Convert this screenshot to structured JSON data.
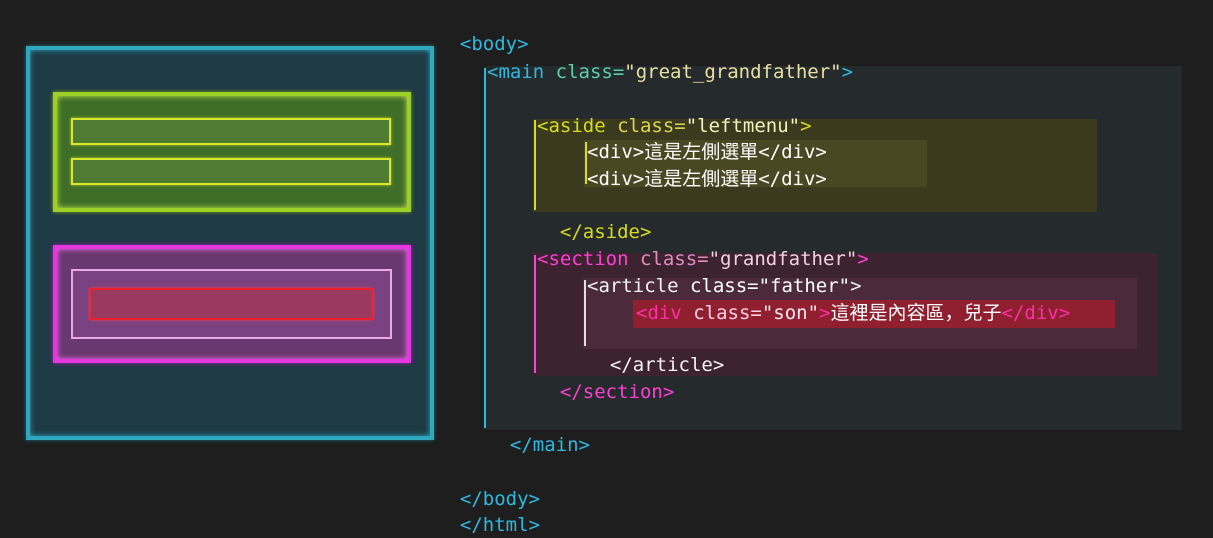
{
  "code": {
    "body_open": "<body>",
    "main_open": {
      "tag": "<main ",
      "attr": "class=",
      "value": "\"great_grandfather\"",
      "close": ">"
    },
    "aside_open": {
      "tag": "<aside ",
      "attr": "class=",
      "value": "\"leftmenu\"",
      "close": ">"
    },
    "aside_div_1": {
      "open": "<div>",
      "text": "這是左側選單",
      "close": "</div>"
    },
    "aside_div_2": {
      "open": "<div>",
      "text": "這是左側選單",
      "close": "</div>"
    },
    "aside_close": "</aside>",
    "section_open": {
      "tag": "<section ",
      "attr": "class=",
      "value": "\"grandfather\"",
      "close": ">"
    },
    "article_open": {
      "tag": "<article ",
      "attr": "class=",
      "value": "\"father\"",
      "close": ">"
    },
    "son_div": {
      "tag": "<div ",
      "attr": "class=",
      "value": "\"son\"",
      "close": ">",
      "text": "這裡是內容區，兒子",
      "end": "</div>"
    },
    "article_close": "</article>",
    "section_close": "</section>",
    "main_close": "</main>",
    "body_close": "</body>",
    "html_close": "</html>"
  },
  "colors": {
    "main": "#2fa7bd",
    "aside": "#9ad028",
    "section": "#e636e0",
    "article": "#e8a8e8",
    "son": "#ee2030"
  }
}
